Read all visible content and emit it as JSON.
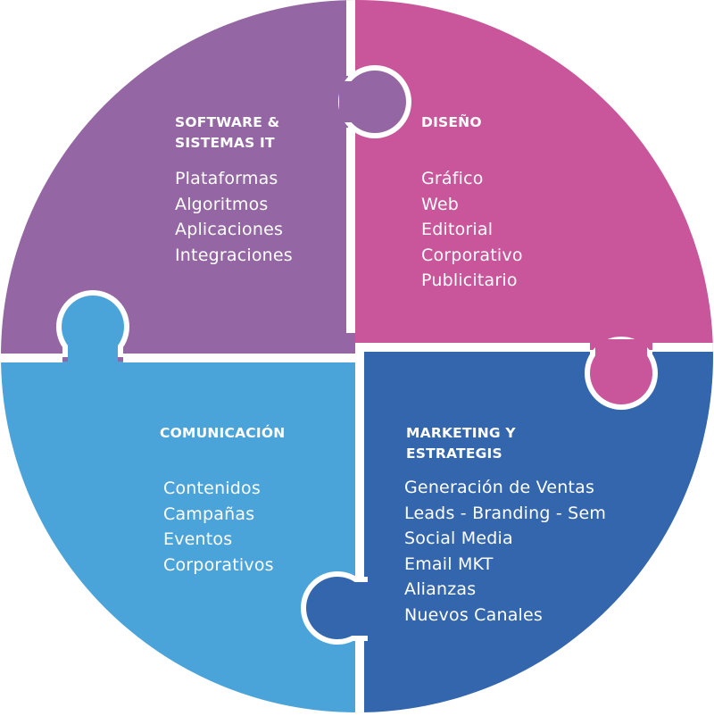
{
  "colors": {
    "software": "#9466a3",
    "diseno": "#c9569a",
    "comunicacion": "#4aa4da",
    "marketing": "#3366ad",
    "gap": "#ffffff"
  },
  "quadrants": {
    "software": {
      "title_lines": [
        "SOFTWARE &",
        "SISTEMAS IT"
      ],
      "items": [
        "Plataformas",
        "Algoritmos",
        "Aplicaciones",
        "Integraciones"
      ]
    },
    "diseno": {
      "title_lines": [
        "DISEÑO"
      ],
      "items": [
        "Gráfico",
        "Web",
        "Editorial",
        "Corporativo",
        "Publicitario"
      ]
    },
    "comunicacion": {
      "title_lines": [
        "COMUNICACIÓN"
      ],
      "items": [
        "Contenidos",
        "Campañas",
        "Eventos",
        "Corporativos"
      ]
    },
    "marketing": {
      "title_lines": [
        "MARKETING Y",
        "ESTRATEGIS"
      ],
      "items": [
        "Generación de Ventas",
        "Leads - Branding - Sem",
        "Social Media",
        "Email MKT",
        "Alianzas",
        "Nuevos Canales"
      ]
    }
  }
}
